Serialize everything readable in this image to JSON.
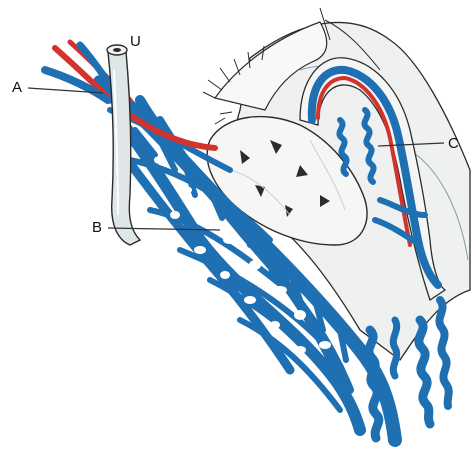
{
  "labels": {
    "a": "A",
    "u": "U",
    "b": "B",
    "c": "C"
  },
  "colors": {
    "vein": "#1f6fb3",
    "vein_light": "#3f8fd0",
    "artery": "#d4322c",
    "tissue_fill": "#f6f7f5",
    "tissue_shadow": "#d9dedf",
    "outline": "#2b2b2b",
    "leader_line": "#333333"
  }
}
